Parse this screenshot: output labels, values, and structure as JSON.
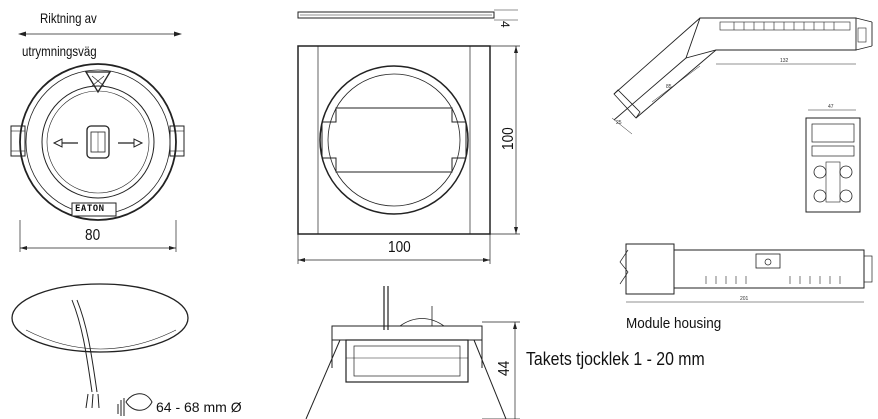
{
  "labels": {
    "direction_line1": "Riktning av",
    "direction_line2": "utrymningsväg",
    "dim_80": "80",
    "dim_100_width": "100",
    "dim_100_height": "100",
    "dim_4": "4",
    "dim_44": "44",
    "module_housing": "Module housing",
    "ceiling_thickness": "Takets tjocklek 1 - 20 mm",
    "hole_size": "64 - 68 mm  Ø",
    "logo": "EATON",
    "small_dim_132": "132",
    "small_dim_25": "25",
    "small_dim_85": "85",
    "small_dim_47": "47",
    "small_dim_201": "201"
  },
  "colors": {
    "line": "#222222",
    "light_line": "#777777",
    "fill_gray": "#e6e6e6"
  },
  "icons": [
    "arrow-left-icon",
    "arrow-right-icon",
    "hole-saw-icon",
    "cable-icon"
  ]
}
